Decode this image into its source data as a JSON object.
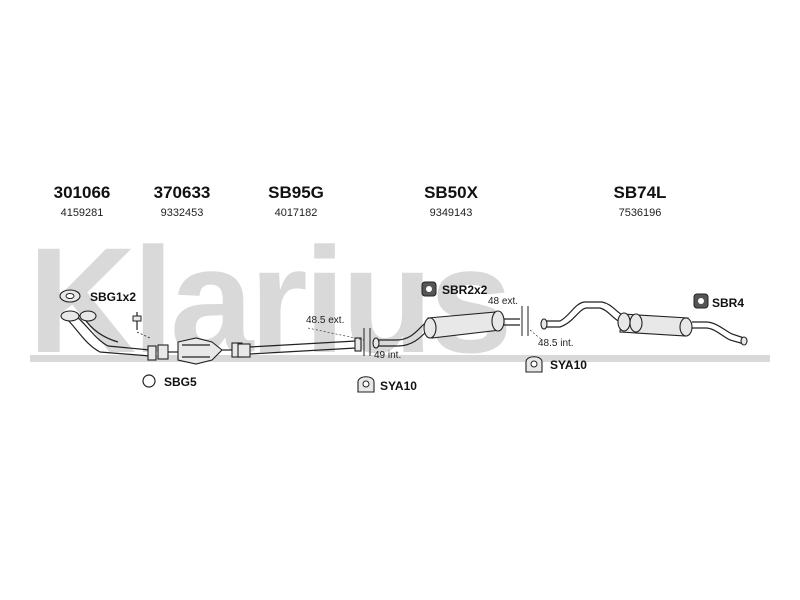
{
  "watermark": "Klarius",
  "parts": [
    {
      "code": "301066",
      "ref": "4159281"
    },
    {
      "code": "370633",
      "ref": "9332453"
    },
    {
      "code": "SB95G",
      "ref": "4017182"
    },
    {
      "code": "SB50X",
      "ref": "9349143"
    },
    {
      "code": "SB74L",
      "ref": "7536196"
    }
  ],
  "fittings": {
    "sbg1x2": "SBG1x2",
    "sbg5": "SBG5",
    "sbr2x2": "SBR2x2",
    "sbr4": "SBR4",
    "sya10_a": "SYA10",
    "sya10_b": "SYA10"
  },
  "dimensions": {
    "d485ext": "48.5 ext.",
    "d49int": "49 int.",
    "d48ext": "48 ext.",
    "d485int": "48.5 int."
  }
}
